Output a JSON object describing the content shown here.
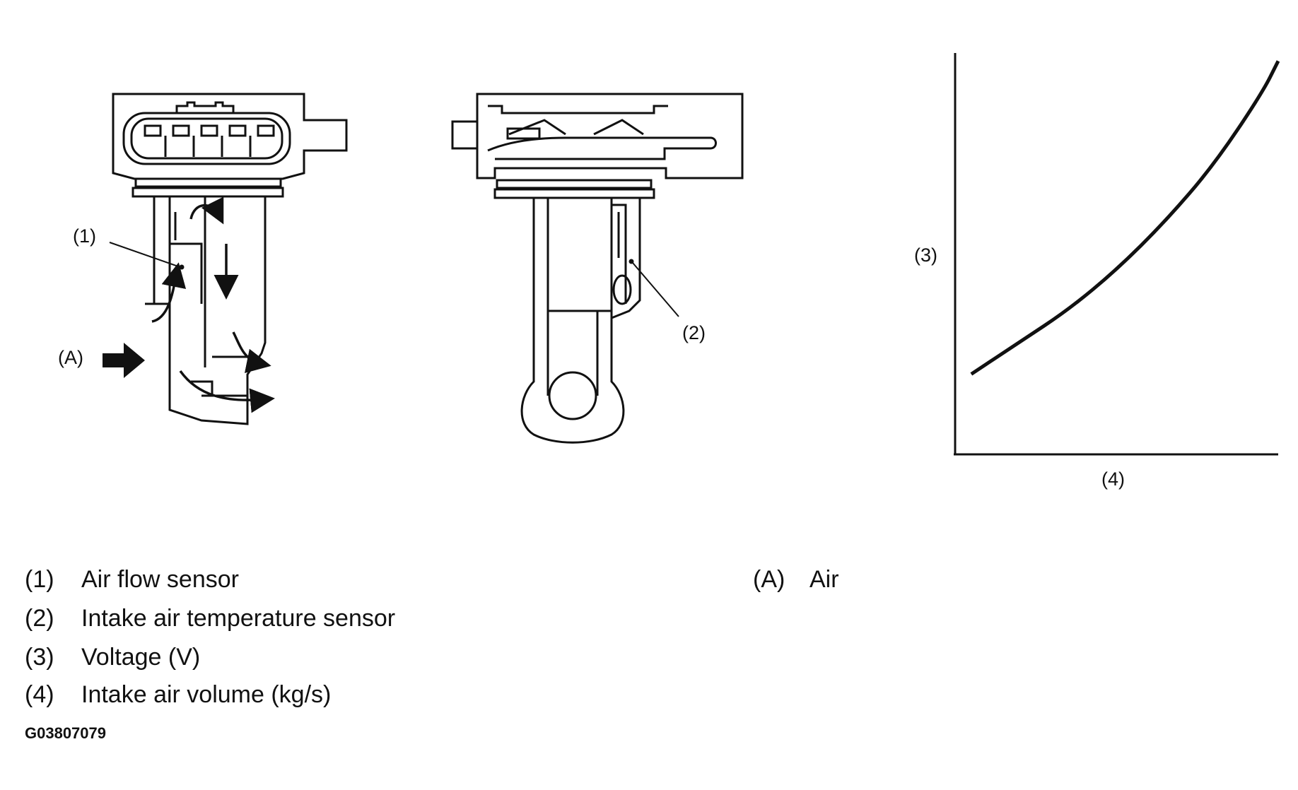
{
  "callouts": {
    "air_flow_sensor": "(1)",
    "intake_temp_sensor": "(2)",
    "voltage_axis": "(3)",
    "volume_axis": "(4)",
    "air_arrow": "(A)"
  },
  "legend": [
    {
      "key": "(1)",
      "label": "Air flow sensor"
    },
    {
      "key": "(2)",
      "label": "Intake air temperature sensor"
    },
    {
      "key": "(3)",
      "label": "Voltage (V)"
    },
    {
      "key": "(4)",
      "label": "Intake air volume (kg/s)"
    }
  ],
  "legend_right": {
    "key": "(A)",
    "label": "Air"
  },
  "figure_id": "G03807079",
  "chart_data": {
    "type": "line",
    "xlabel": "(4)",
    "ylabel": "(3)",
    "series": [
      {
        "x": [
          0.05,
          0.2,
          0.35,
          0.5,
          0.65,
          0.8,
          0.95,
          1.0
        ],
        "y": [
          0.2,
          0.28,
          0.36,
          0.46,
          0.58,
          0.72,
          0.9,
          0.98
        ]
      }
    ],
    "grid": false
  }
}
